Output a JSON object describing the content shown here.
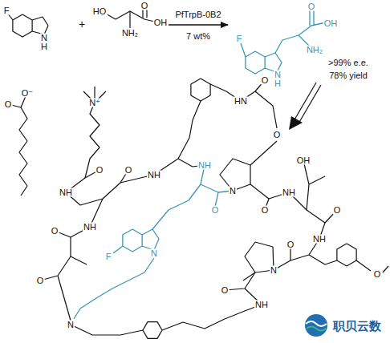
{
  "diagram": {
    "labels": [
      "F",
      "N",
      "H",
      "+",
      "HO",
      "O",
      "OH",
      "NH₂",
      "PfTrpB-0B2",
      "7 wt%",
      "O",
      "OH",
      "NH₂",
      "F",
      "N",
      "H",
      ">99% e.e.",
      "78% yield",
      "O⁻",
      "O",
      "N⁺",
      "O",
      "NH",
      "O",
      "NH",
      "HN",
      "O",
      "O",
      "NH",
      "O",
      "N",
      "O",
      "NH",
      "OH",
      "O",
      "NH",
      "O",
      "N",
      "O",
      "NH",
      "NH",
      "O",
      "O",
      "F",
      "N",
      "N",
      "O",
      "职贝云数"
    ]
  }
}
